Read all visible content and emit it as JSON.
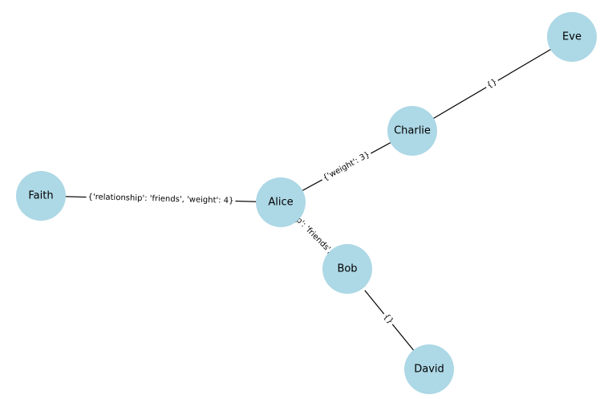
{
  "graph": {
    "node_color": "#add8e6",
    "edge_color": "#000000",
    "nodes": [
      {
        "id": "Eve",
        "label": "Eve"
      },
      {
        "id": "Charlie",
        "label": "Charlie"
      },
      {
        "id": "Faith",
        "label": "Faith"
      },
      {
        "id": "Alice",
        "label": "Alice"
      },
      {
        "id": "Bob",
        "label": "Bob"
      },
      {
        "id": "David",
        "label": "David"
      }
    ],
    "edges": [
      {
        "source": "Charlie",
        "target": "Eve",
        "label": "{}"
      },
      {
        "source": "Alice",
        "target": "Charlie",
        "label": "{'weight': 3}"
      },
      {
        "source": "Faith",
        "target": "Alice",
        "label": "{'relationship': 'friends', 'weight': 4}"
      },
      {
        "source": "Alice",
        "target": "Bob",
        "label": "{'relationship': 'friends', 'weight': 4}"
      },
      {
        "source": "Bob",
        "target": "David",
        "label": "{}"
      }
    ]
  }
}
